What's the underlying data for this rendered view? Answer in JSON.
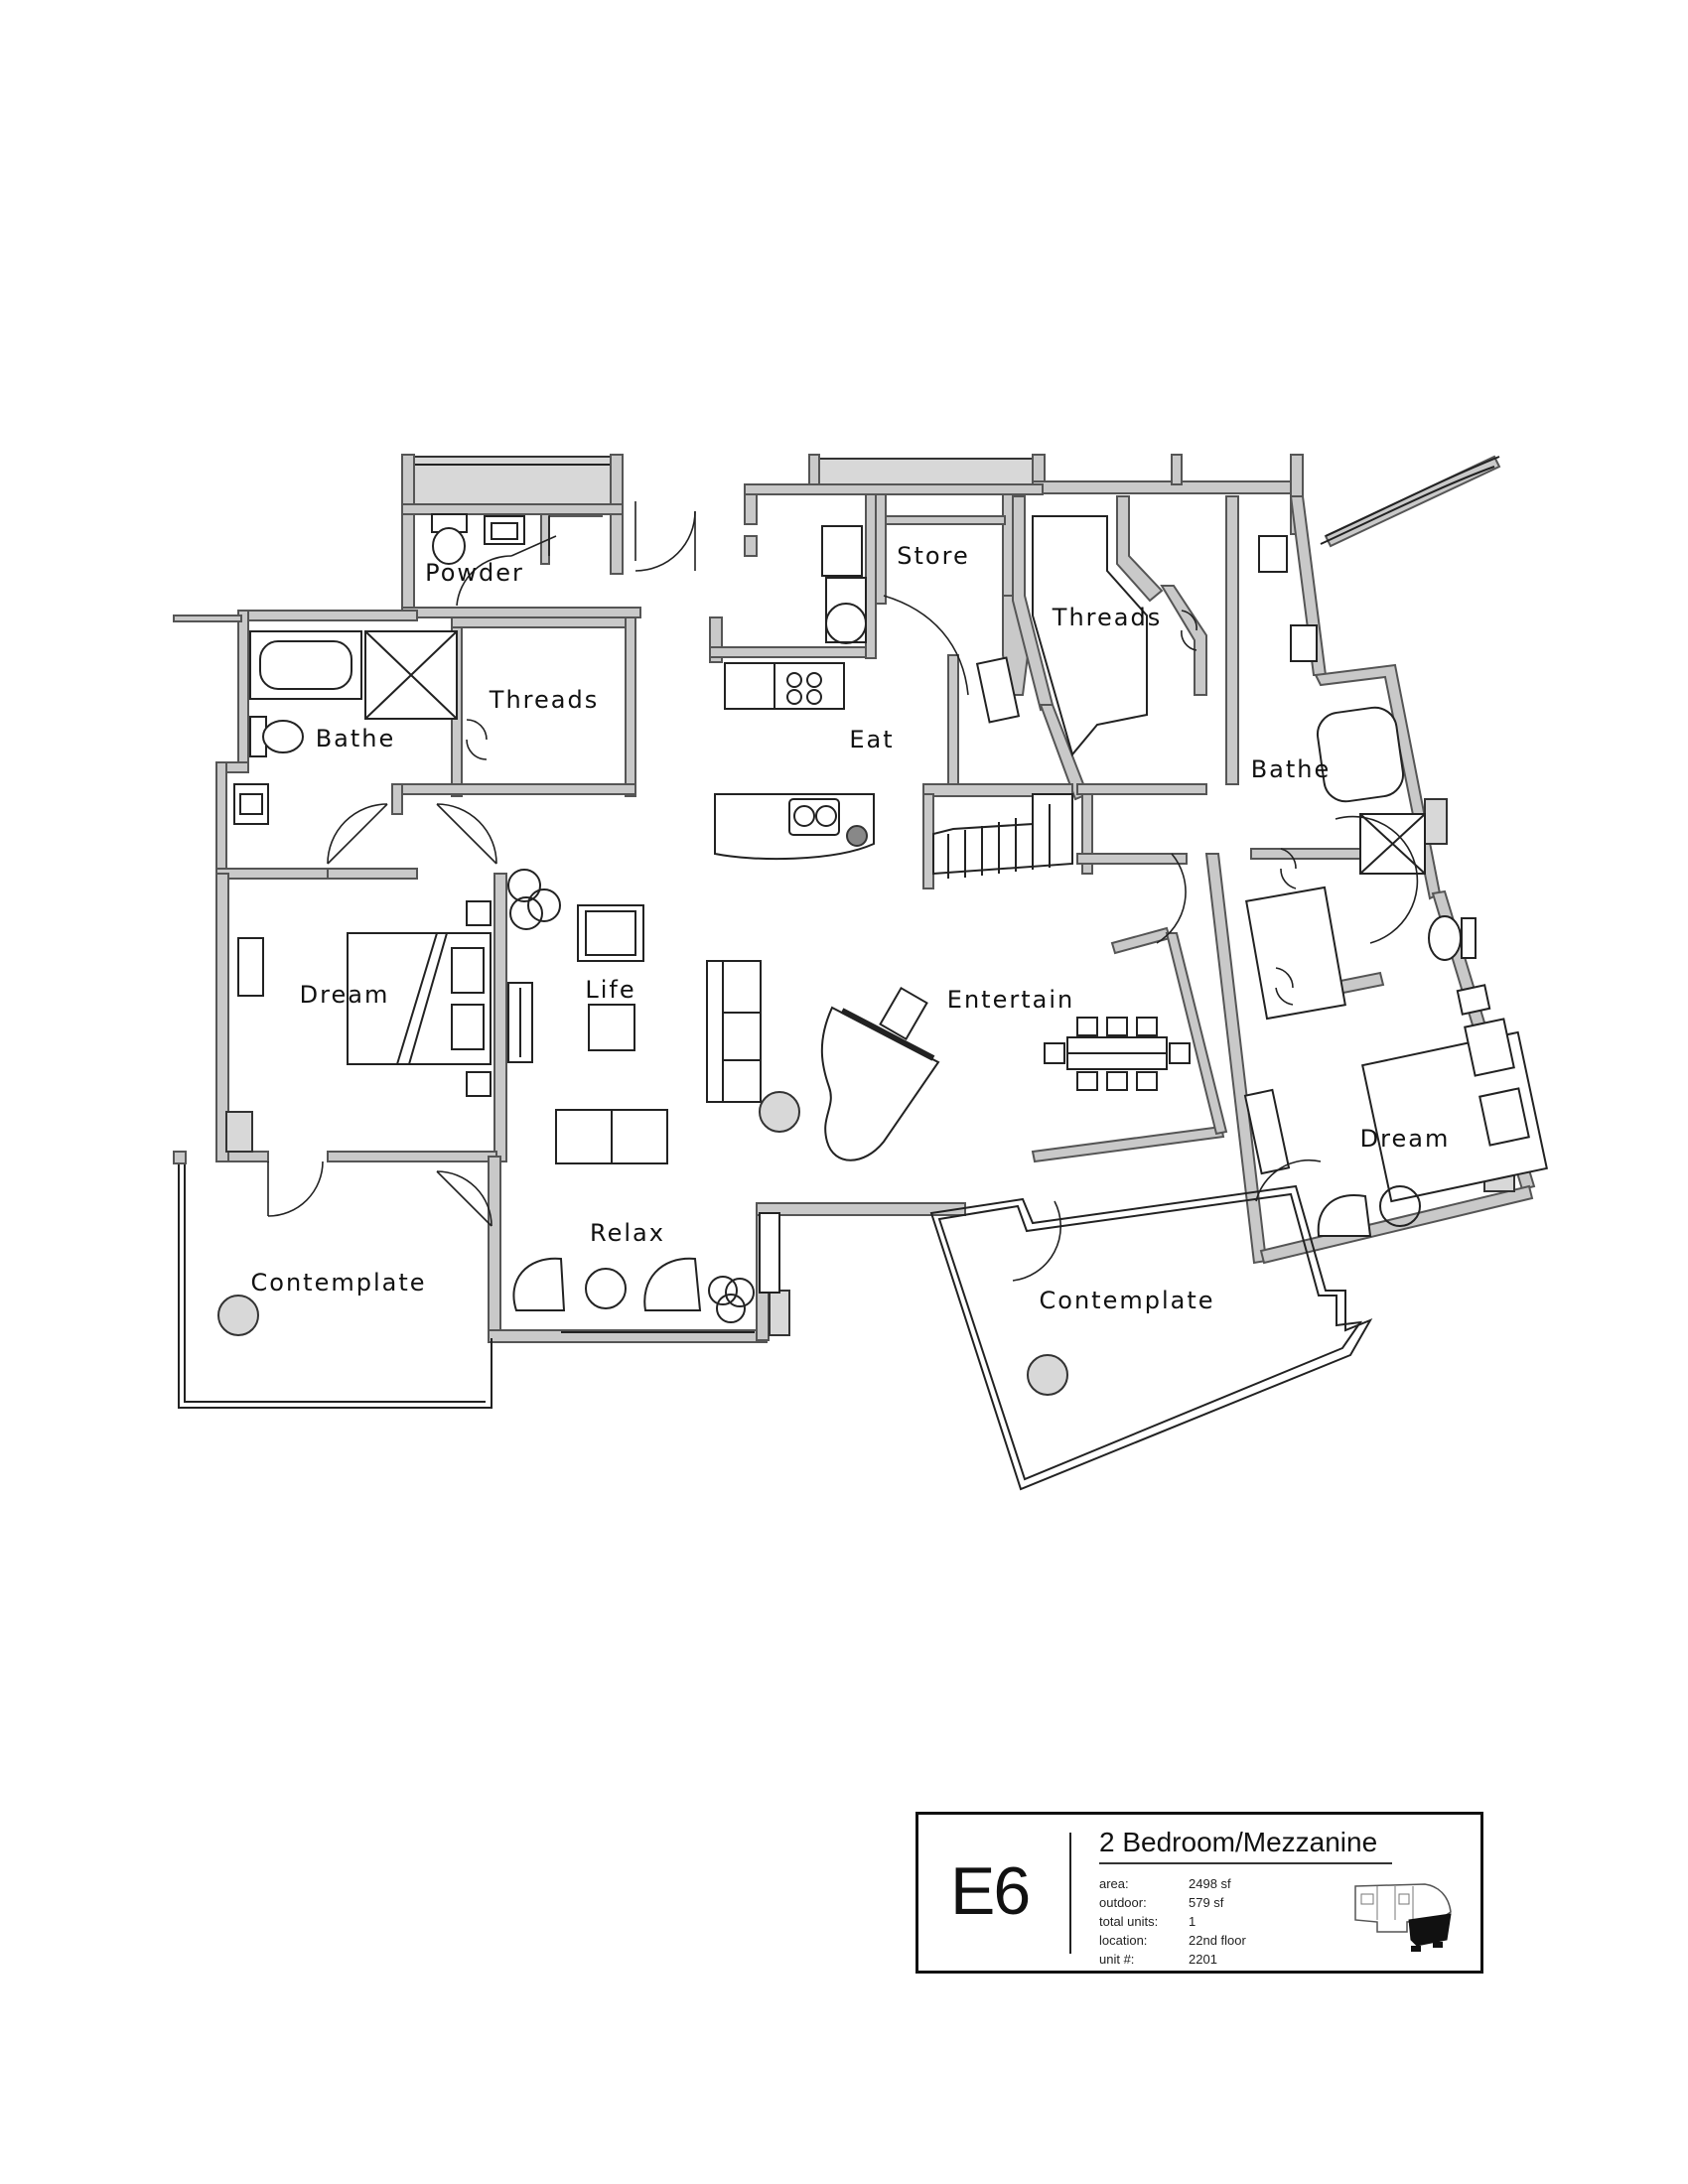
{
  "rooms": {
    "powder": "Powder",
    "threads_left": "Threads",
    "bathe_left": "Bathe",
    "dream_left": "Dream",
    "life": "Life",
    "relax": "Relax",
    "contemplate_left": "Contemplate",
    "store": "Store",
    "threads_right": "Threads",
    "eat": "Eat",
    "entertain": "Entertain",
    "bathe_right": "Bathe",
    "dream_right": "Dream",
    "contemplate_right": "Contemplate"
  },
  "legend": {
    "unit_code": "E6",
    "title": "2 Bedroom/Mezzanine",
    "specs": [
      {
        "label": "area:",
        "value": "2498 sf"
      },
      {
        "label": "outdoor:",
        "value": "579 sf"
      },
      {
        "label": "total units:",
        "value": "1"
      },
      {
        "label": "location:",
        "value": "22nd floor"
      },
      {
        "label": "unit #:",
        "value": "2201"
      }
    ]
  }
}
